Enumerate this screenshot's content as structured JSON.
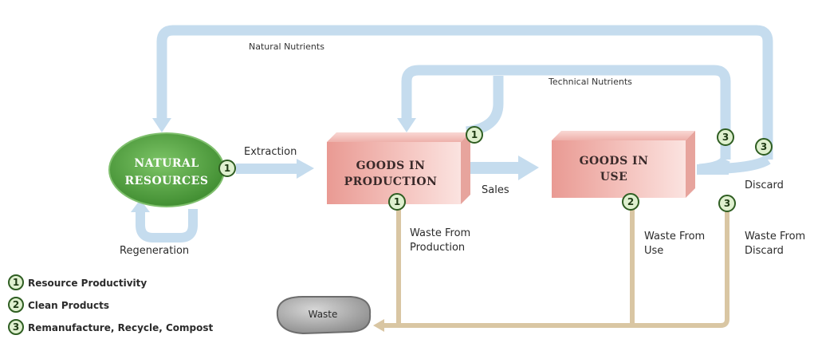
{
  "colors": {
    "blue_arrow": "#c5dcee",
    "tan_flow": "#d9c6a3",
    "green_node": "#4f9a3d",
    "badge_fill": "#dff0cf",
    "badge_stroke": "#2f5e22",
    "box_front": "#f2b8b2",
    "box_side": "#e89a92",
    "waste_fill": "#9a9a9a"
  },
  "nodes": {
    "natural_resources": {
      "line1": "NATURAL",
      "line2": "RESOURCES"
    },
    "goods_in_production": {
      "line1": "GOODS IN",
      "line2": "PRODUCTION"
    },
    "goods_in_use": {
      "line1": "GOODS IN",
      "line2": "USE"
    },
    "waste": "Waste"
  },
  "labels": {
    "natural_nutrients": "Natural Nutrients",
    "technical_nutrients": "Technical Nutrients",
    "extraction": "Extraction",
    "sales": "Sales",
    "discard": "Discard",
    "regeneration": "Regeneration",
    "waste_from_production": [
      "Waste From",
      "Production"
    ],
    "waste_from_use": [
      "Waste From",
      "Use"
    ],
    "waste_from_discard": [
      "Waste From",
      "Discard"
    ]
  },
  "badges": {
    "extraction": "1",
    "technical": "1",
    "production_waste": "1",
    "use_waste": "2",
    "discard_tech": "3",
    "discard_nat": "3",
    "discard_waste": "3"
  },
  "legend": [
    {
      "num": "1",
      "text": "Resource Productivity"
    },
    {
      "num": "2",
      "text": "Clean Products"
    },
    {
      "num": "3",
      "text": "Remanufacture, Recycle, Compost"
    }
  ]
}
